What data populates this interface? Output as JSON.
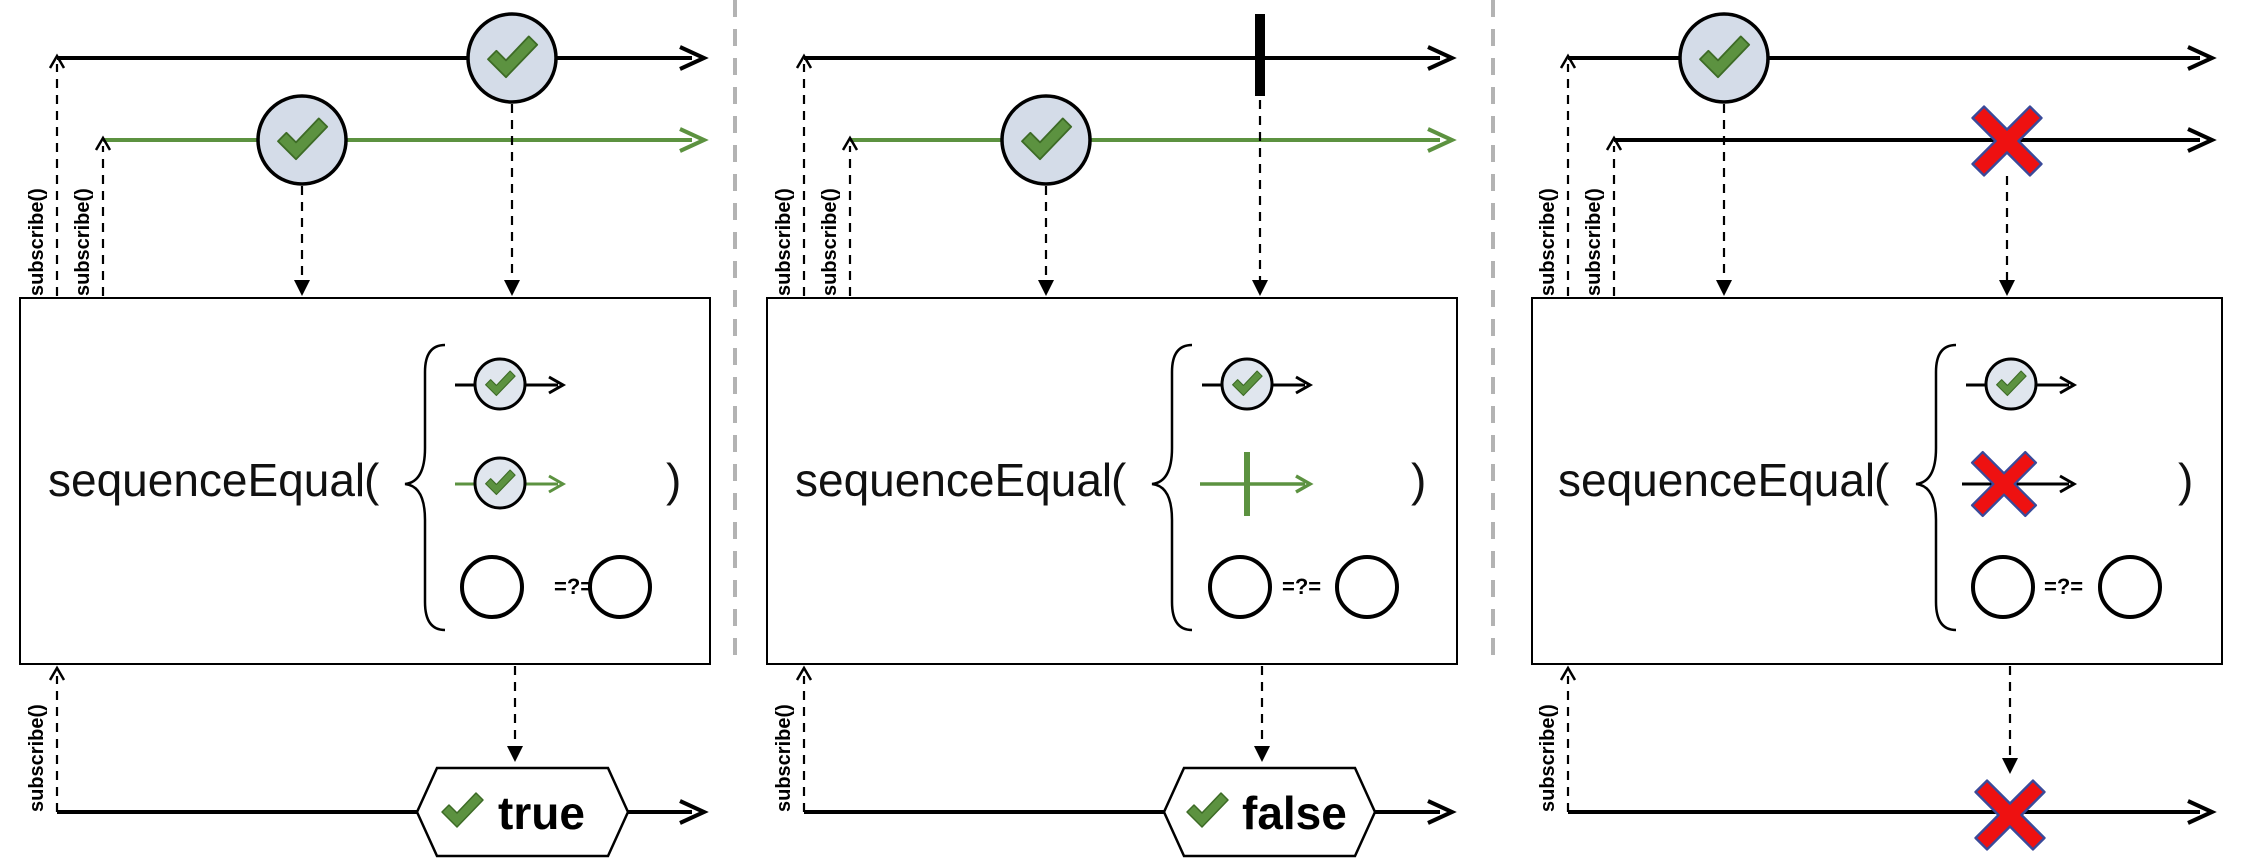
{
  "operator": {
    "name": "sequenceEqual",
    "open_paren": "(",
    "close_paren": ")",
    "compare": "=?="
  },
  "subscribe_label": "subscribe()",
  "panels": [
    {
      "id": "equal",
      "result": "true"
    },
    {
      "id": "completed-early",
      "result": "false"
    },
    {
      "id": "error",
      "result": ""
    }
  ],
  "colors": {
    "check": "#5c9240",
    "token_fill": "#d4dce8",
    "error": "#ee1111",
    "separator": "#b3b3b3"
  }
}
